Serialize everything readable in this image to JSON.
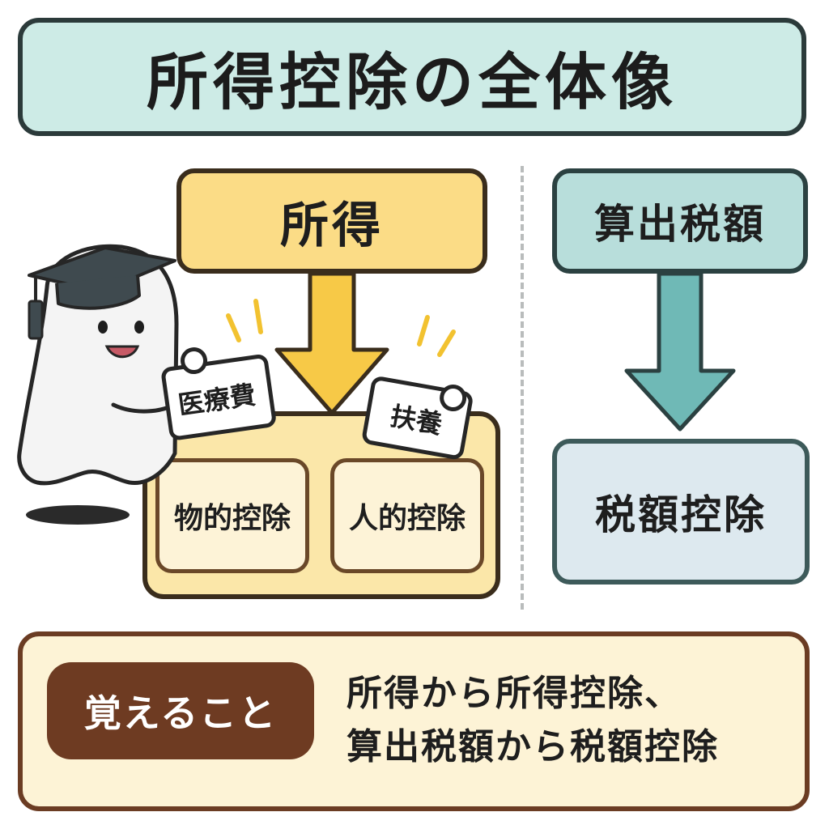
{
  "title": "所得控除の全体像",
  "income": {
    "label": "所得",
    "deductions": [
      {
        "label": "物的控除"
      },
      {
        "label": "人的控除"
      }
    ]
  },
  "tags": {
    "left": "医療費",
    "right": "扶養"
  },
  "tax": {
    "calculated_label": "算出税額",
    "credit_label": "税額控除"
  },
  "memo": {
    "label": "覚えること",
    "lines": [
      "所得から所得控除、",
      "算出税額から税額控除"
    ]
  },
  "colors": {
    "title_bg": "#cdebe6",
    "income_bg": "#fbdc86",
    "arrow_yellow": "#f7c947",
    "arrow_teal": "#6fb9b6",
    "memo_label_bg": "#6e3b22"
  }
}
